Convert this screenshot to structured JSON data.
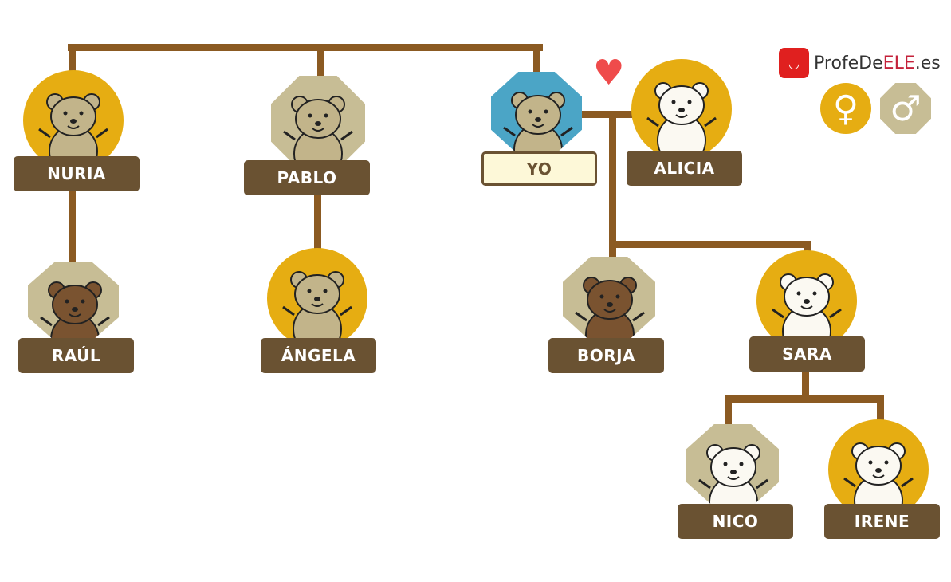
{
  "brand": {
    "prefix": "ProfeDe",
    "highlight": "ELE",
    "suffix": ".es"
  },
  "legend": {
    "female_symbol": "♀",
    "male_symbol": "♂"
  },
  "heart_symbol": "♥",
  "nodes": {
    "nuria": "NURIA",
    "pablo": "PABLO",
    "yo": "YO",
    "alicia": "ALICIA",
    "raul": "RAÚL",
    "angela": "ÁNGELA",
    "borja": "BORJA",
    "sara": "SARA",
    "nico": "NICO",
    "irene": "IRENE"
  },
  "colors": {
    "line": "#8b5a22",
    "label": "#6a5232",
    "female": "#e6ad12",
    "male": "#c7bd95",
    "self": "#4ba5c6"
  }
}
